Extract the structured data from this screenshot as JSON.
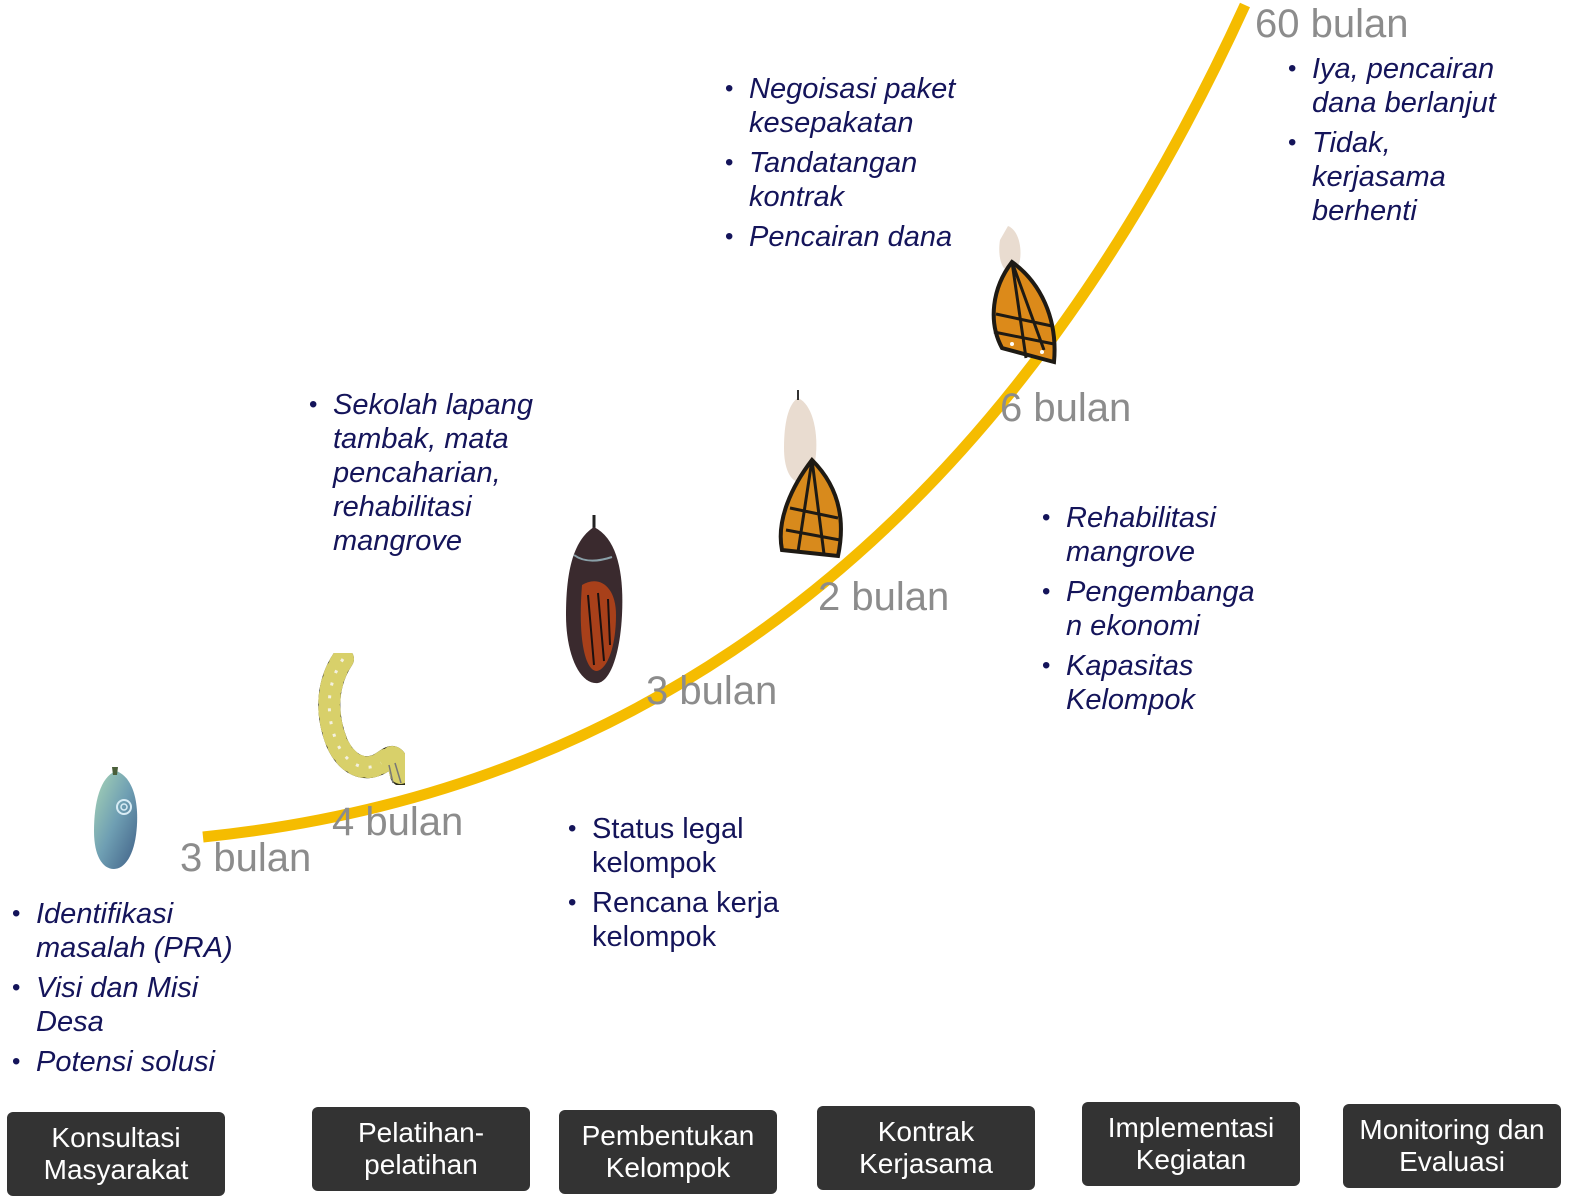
{
  "durations": [
    "3 bulan",
    "4 bulan",
    "3 bulan",
    "2 bulan",
    "6 bulan",
    "60 bulan"
  ],
  "curve_color": "#F5BC00",
  "text_color": "#14145A",
  "stage_bg": "#333333",
  "stages": [
    {
      "label": "Konsultasi Masyarakat"
    },
    {
      "label": "Pelatihan-pelatihan"
    },
    {
      "label": "Pembentukan Kelompok"
    },
    {
      "label": "Kontrak Kerjasama"
    },
    {
      "label": "Implementasi Kegiatan"
    },
    {
      "label": "Monitoring dan Evaluasi"
    }
  ],
  "bullets": {
    "konsultasi": [
      "Identifikasi masalah (PRA)",
      "Visi dan Misi Desa",
      "Potensi solusi"
    ],
    "pelatihan": [
      "Sekolah lapang tambak, mata pencaharian, rehabilitasi mangrove"
    ],
    "pembentukan": [
      "Status legal kelompok",
      "Rencana kerja kelompok"
    ],
    "kontrak": [
      "Negoisasi paket kesepakatan",
      "Tandatangan kontrak",
      "Pencairan dana"
    ],
    "implementasi": [
      "Rehabilitasi mangrove",
      "Pengembangan ekonomi",
      "Kapasitas Kelompok"
    ],
    "monitoring": [
      "Iya, pencairan dana berlanjut",
      "Tidak, kerjasama berhenti"
    ]
  },
  "illustrations": [
    "egg-icon",
    "caterpillar-icon",
    "chrysalis-icon",
    "emerging-butterfly-icon",
    "butterfly-icon"
  ]
}
